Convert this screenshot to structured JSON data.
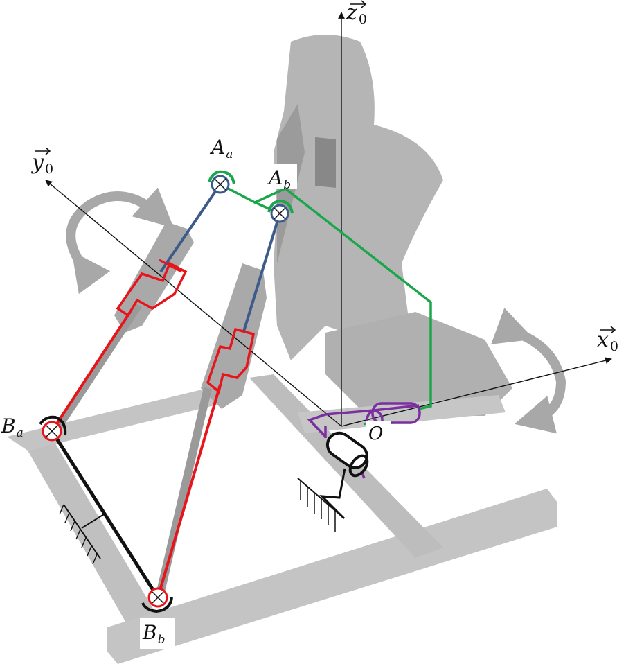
{
  "axes": {
    "x": {
      "name": "x",
      "sub": "0"
    },
    "y": {
      "name": "y",
      "sub": "0"
    },
    "z": {
      "name": "z",
      "sub": "0"
    }
  },
  "points": {
    "Aa": {
      "name": "A",
      "sub": "a"
    },
    "Ab": {
      "name": "A",
      "sub": "b"
    },
    "Ba": {
      "name": "B",
      "sub": "a"
    },
    "Bb": {
      "name": "B",
      "sub": "b"
    },
    "O": {
      "name": "O"
    }
  },
  "colors": {
    "prismatic": "#e8141b",
    "rod": "#3c5b8a",
    "universal": "#1aa64a",
    "revolute": "#7b2fa0",
    "ground": "#111111",
    "photo": "#bdbdbd",
    "photo_dark": "#8c8c8c",
    "rotation_arrow": "#a8a8a8"
  }
}
